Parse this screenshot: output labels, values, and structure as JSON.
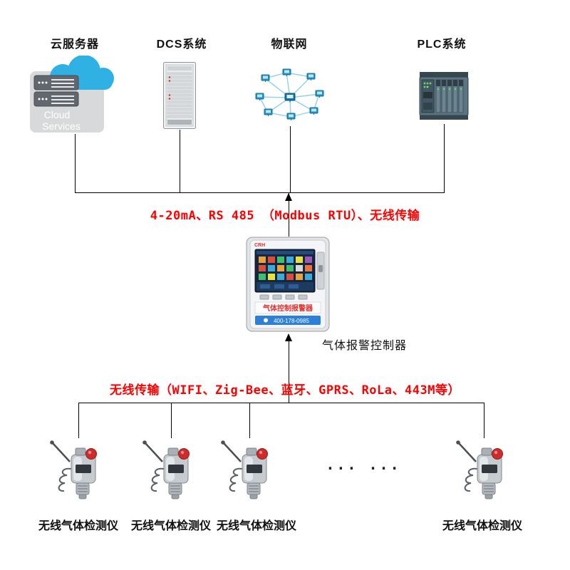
{
  "top_devices": [
    {
      "label": "云服务器"
    },
    {
      "label": "DCS系统"
    },
    {
      "label": "物联网"
    },
    {
      "label": "PLC系统"
    }
  ],
  "cloud_icon_text": {
    "line1": "Cloud",
    "line2": "Services"
  },
  "top_bus_label": "4-20mA、RS 485 （Modbus RTU）、无线传输",
  "controller": {
    "brand": "CRH",
    "screen_label": "气体控制报警器",
    "phone": "400-178-0985",
    "caption": "气体报警控制器"
  },
  "bottom_bus_label": "无线传输（WIFI、Zig-Bee、蓝牙、GPRS、RoLa、443M等）",
  "detectors": [
    {
      "label": "无线气体检测仪"
    },
    {
      "label": "无线气体检测仪"
    },
    {
      "label": "无线气体检测仪"
    },
    {
      "label": "无线气体检测仪"
    }
  ],
  "ellipsis": "... ...",
  "colors": {
    "connector_line": "#000000",
    "bus_label_red": "#fe0000",
    "cloud_blue": "#2fb1e3",
    "controller_strip_blue": "#2e7fd6"
  }
}
